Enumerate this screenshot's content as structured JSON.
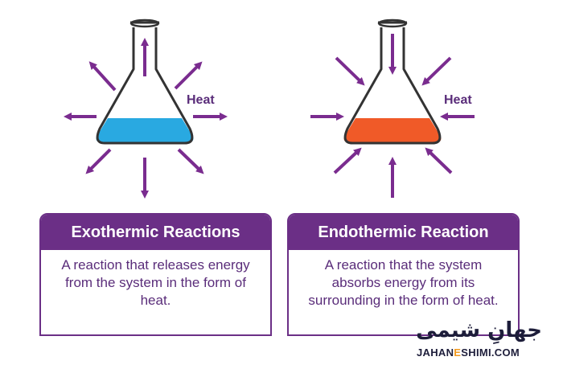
{
  "colors": {
    "purple": "#6b2f86",
    "arrow_purple": "#7a2c8f",
    "blue_liquid": "#29a9e1",
    "orange_liquid": "#f05a28"
  },
  "exothermic": {
    "heat_label": "Heat",
    "title": "Exothermic Reactions",
    "description": "A reaction that releases energy from the system in the form of heat.",
    "arrow_direction": "outward"
  },
  "endothermic": {
    "heat_label": "Heat",
    "title": "Endothermic Reaction",
    "description": "A reaction that the system absorbs energy from its surrounding in the form of heat.",
    "arrow_direction": "inward"
  },
  "watermark": {
    "arabic": "جهانِ شیمی",
    "latin_left": "JAHAN",
    "latin_right": "SHIMI.COM"
  }
}
